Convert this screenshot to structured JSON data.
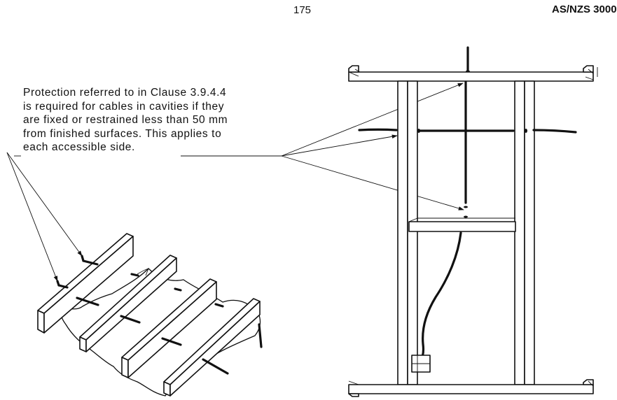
{
  "header": {
    "page_number": "175",
    "standard_ref": "AS/NZS 3000"
  },
  "callout": {
    "lines": [
      "Protection referred to in Clause 3.9.4.4",
      "is required for cables in cavities if they",
      "are fixed or restrained less than 50 mm",
      "from finished surfaces. This applies to",
      "each accessible side."
    ]
  },
  "colors": {
    "line": "#111111",
    "background": "#ffffff"
  }
}
